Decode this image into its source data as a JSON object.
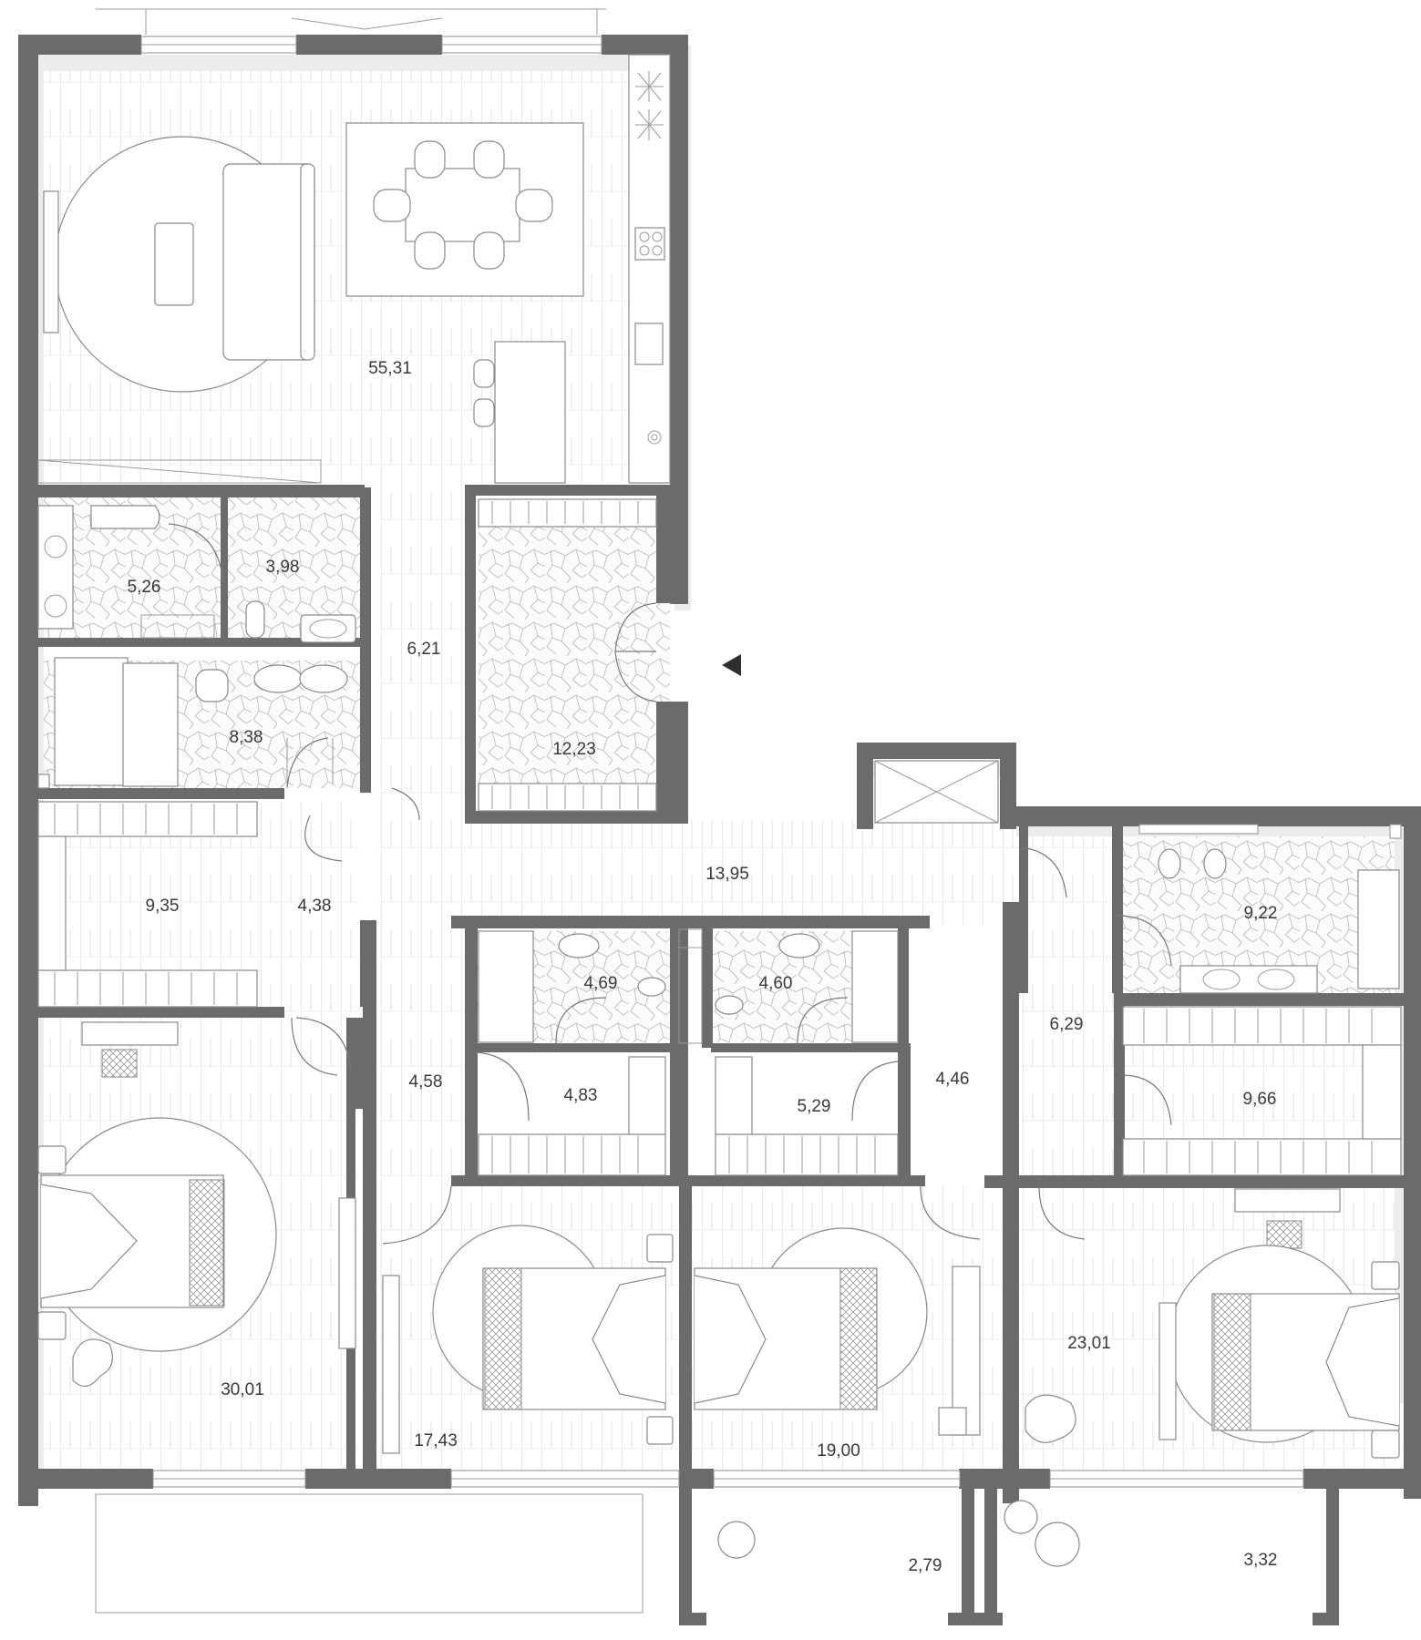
{
  "plan": {
    "colors": {
      "wall": "#6b6b6b",
      "wall_shadow": "#ececec",
      "label": "#3a3a3a",
      "fixture_stroke": "#8a8a8a"
    },
    "rooms": [
      {
        "id": "living-kitchen",
        "area": "55,31"
      },
      {
        "id": "laundry",
        "area": "5,26"
      },
      {
        "id": "wc-1",
        "area": "3,98"
      },
      {
        "id": "corridor-1",
        "area": "6,21"
      },
      {
        "id": "bathroom-1",
        "area": "8,38"
      },
      {
        "id": "entrance-hall",
        "area": "12,23"
      },
      {
        "id": "hall",
        "area": "13,95"
      },
      {
        "id": "wardrobe-1",
        "area": "9,35"
      },
      {
        "id": "corridor-2",
        "area": "4,38"
      },
      {
        "id": "bathroom-2",
        "area": "4,69"
      },
      {
        "id": "bathroom-3",
        "area": "4,60"
      },
      {
        "id": "bathroom-4",
        "area": "9,22"
      },
      {
        "id": "corridor-3",
        "area": "6,29"
      },
      {
        "id": "corridor-4",
        "area": "4,58"
      },
      {
        "id": "wardrobe-2",
        "area": "4,83"
      },
      {
        "id": "wardrobe-3",
        "area": "5,29"
      },
      {
        "id": "corridor-5",
        "area": "4,46"
      },
      {
        "id": "wardrobe-4",
        "area": "9,66"
      },
      {
        "id": "bedroom-1",
        "area": "30,01"
      },
      {
        "id": "bedroom-2",
        "area": "17,43"
      },
      {
        "id": "bedroom-3",
        "area": "19,00"
      },
      {
        "id": "bedroom-4",
        "area": "23,01"
      },
      {
        "id": "balcony-1",
        "area": "2,79"
      },
      {
        "id": "balcony-2",
        "area": "3,32"
      }
    ],
    "entrance_marker": "arrow-left-icon"
  }
}
